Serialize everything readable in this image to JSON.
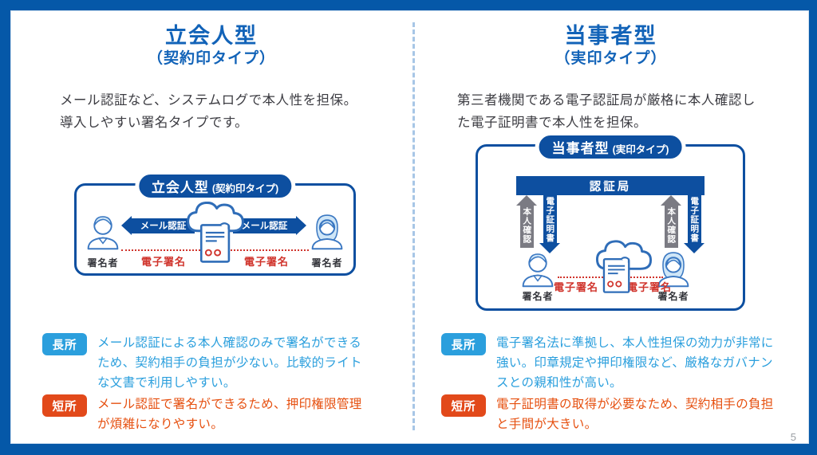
{
  "slide": {
    "page_number": "5"
  },
  "colors": {
    "frame_blue": "#0558a8",
    "title_blue": "#1263b8",
    "diagram_blue": "#0d4fa0",
    "pros_light_blue": "#2b9fdd",
    "cons_orange": "#e2491a",
    "esign_red": "#d0342c",
    "identity_arrow_gray": "#7b7b83"
  },
  "left_panel": {
    "title": "立会人型",
    "subtitle": "（契約印タイプ）",
    "description": "メール認証など、システムログで本人性を担保。\n導入しやすい署名タイプです。",
    "diagram": {
      "pill_main": "立会人型",
      "pill_sub": "(契約印タイプ)",
      "mail_auth_left": "メール認証",
      "mail_auth_right": "メール認証",
      "esign_left": "電子署名",
      "esign_right": "電子署名",
      "signer_left": "署名者",
      "signer_right": "署名者"
    },
    "pros": {
      "badge": "長所",
      "text": "メール認証による本人確認のみで署名ができるため、契約相手の負担が少ない。比較的ライトな文書で利用しやすい。"
    },
    "cons": {
      "badge": "短所",
      "text": "メール認証で署名ができるため、押印権限管理が煩雑になりやすい。"
    }
  },
  "right_panel": {
    "title": "当事者型",
    "subtitle": "（実印タイプ）",
    "description": "第三者機関である電子認証局が厳格に本人確認し\nた電子証明書で本人性を担保。",
    "diagram": {
      "pill_main": "当事者型",
      "pill_sub": "(実印タイプ)",
      "ca_bar": "認証局",
      "identity_check_left": "本人確認",
      "cert_left": "電子証明書",
      "identity_check_right": "本人確認",
      "cert_right": "電子証明書",
      "esign_left": "電子署名",
      "esign_right": "電子署名",
      "signer_left": "署名者",
      "signer_right": "署名者"
    },
    "pros": {
      "badge": "長所",
      "text": "電子署名法に準拠し、本人性担保の効力が非常に強い。印章規定や押印権限など、厳格なガバナンスとの親和性が高い。"
    },
    "cons": {
      "badge": "短所",
      "text": "電子証明書の取得が必要なため、契約相手の負担と手間が大きい。"
    }
  }
}
